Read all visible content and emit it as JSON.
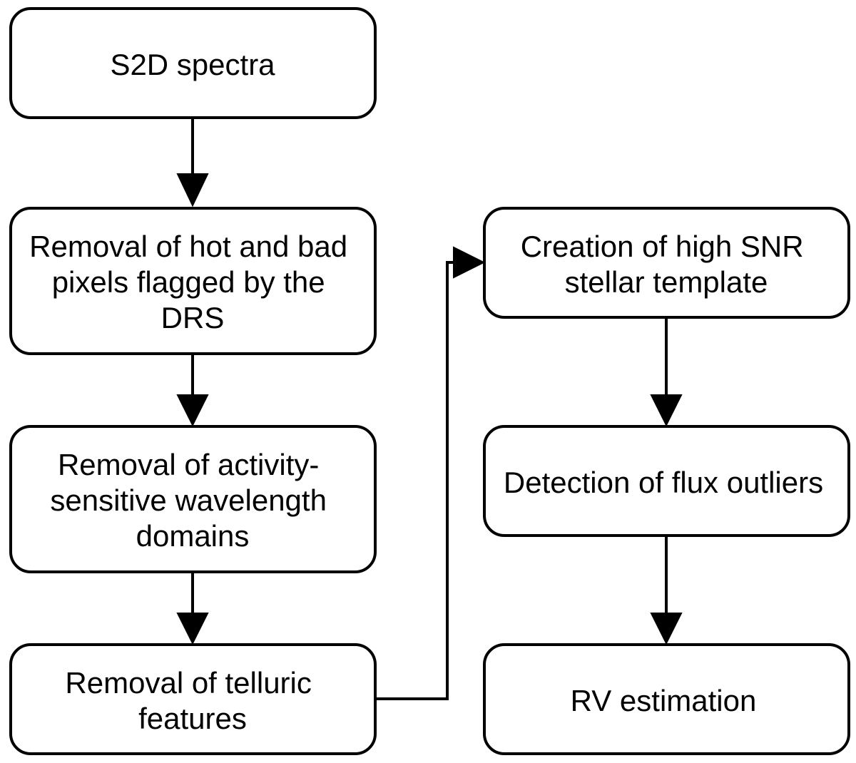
{
  "nodes": {
    "s2d_spectra": {
      "lines": [
        "S2D spectra"
      ]
    },
    "hot_bad_pixels": {
      "lines": [
        "Removal of hot and bad",
        "pixels flagged by the",
        "DRS"
      ]
    },
    "activity_domains": {
      "lines": [
        "Removal of activity-",
        "sensitive wavelength",
        "domains"
      ]
    },
    "telluric": {
      "lines": [
        "Removal of telluric",
        "features"
      ]
    },
    "template": {
      "lines": [
        "Creation of high SNR",
        "stellar template"
      ]
    },
    "flux_outliers": {
      "lines": [
        "Detection of flux outliers"
      ]
    },
    "rv_estimation": {
      "lines": [
        "RV estimation"
      ]
    }
  }
}
